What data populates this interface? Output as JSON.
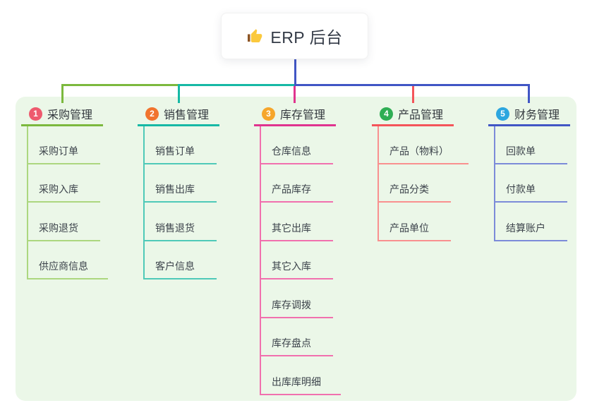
{
  "root": {
    "icon": "thumbs-up",
    "title": "ERP 后台"
  },
  "branches": [
    {
      "number": "1",
      "label": "采购管理",
      "color": "#7CB93E",
      "light_color": "#ACD77F",
      "badge_color": "#EE5A6E",
      "children": [
        "采购订单",
        "采购入库",
        "采购退货",
        "供应商信息"
      ]
    },
    {
      "number": "2",
      "label": "销售管理",
      "color": "#16B9A5",
      "light_color": "#4FC9B8",
      "badge_color": "#F1742E",
      "children": [
        "销售订单",
        "销售出库",
        "销售退货",
        "客户信息"
      ]
    },
    {
      "number": "3",
      "label": "库存管理",
      "color": "#E0348F",
      "light_color": "#F170AE",
      "badge_color": "#F6A62B",
      "children": [
        "仓库信息",
        "产品库存",
        "其它出库",
        "其它入库",
        "库存调拨",
        "库存盘点",
        "出库库明细"
      ]
    },
    {
      "number": "4",
      "label": "产品管理",
      "color": "#F4555A",
      "light_color": "#F9908F",
      "badge_color": "#2FAE54",
      "children": [
        "产品（物料）",
        "产品分类",
        "产品单位"
      ]
    },
    {
      "number": "5",
      "label": "财务管理",
      "color": "#4156C5",
      "light_color": "#7C8BD9",
      "badge_color": "#2CA6DF",
      "children": [
        "回款单",
        "付款单",
        "结算账户"
      ]
    }
  ],
  "colors": {
    "canvas_bg": "#FFFFFF",
    "panel_bg": "#EBF7E8",
    "root_line": "#4156C5"
  }
}
